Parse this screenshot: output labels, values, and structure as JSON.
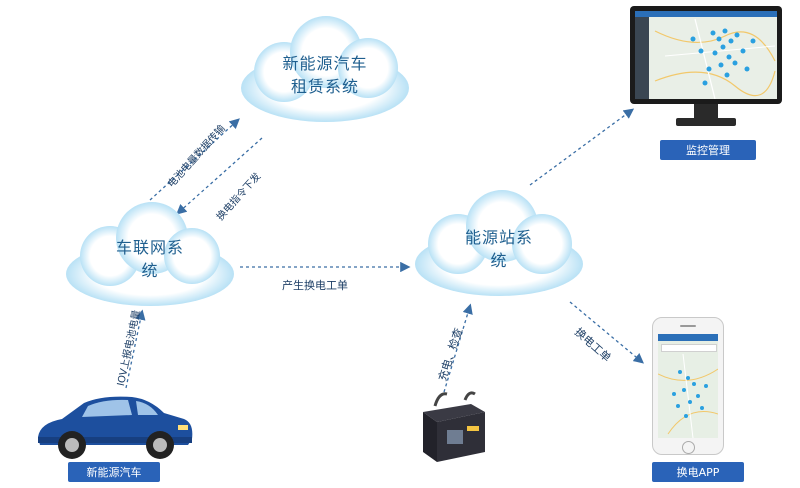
{
  "nodes": {
    "rental_system": {
      "line1": "新能源汽车",
      "line2": "租赁系统"
    },
    "iov_system": {
      "line1": "车联网系",
      "line2": "统"
    },
    "energy_station": {
      "line1": "能源站系",
      "line2": "统"
    }
  },
  "devices": {
    "monitor_label": "监控管理",
    "app_label": "换电APP",
    "car_label": "新能源汽车"
  },
  "flows": {
    "battery_data_up": "电池电量数据传输",
    "swap_command_down": "换电指令下发",
    "produce_swap_order": "产生换电工单",
    "iov_upload": "IOV上报电池电量",
    "charge_inspect": "充电、检查",
    "swap_order": "换电工单"
  },
  "colors": {
    "cloud_center": "#ffffff",
    "cloud_edge": "#8fd0f0",
    "label_text": "#1f5f8f",
    "tag_blue": "#2a63b8",
    "arrow": "#3a6ea5",
    "car_body": "#1d4f9e"
  }
}
